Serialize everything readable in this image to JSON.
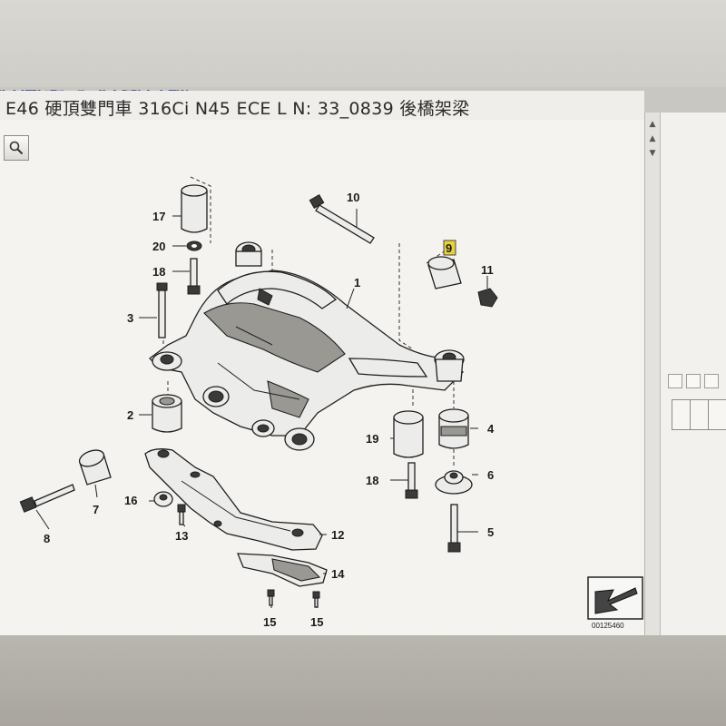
{
  "window": {
    "heading_cut": "原圖表 - 原廠目錄",
    "title": "E46 硬頂雙門車 316Ci N45 ECE  L N: 33_0839 後橋架梁"
  },
  "toolbar": {
    "zoom_icon": "magnifier-icon"
  },
  "diagram": {
    "id": "00125460",
    "nav_icon": "arrow-down-left-icon",
    "highlight_color": "#e8d23a",
    "callouts": {
      "p1": "1",
      "p2": "2",
      "p3": "3",
      "p4": "4",
      "p5": "5",
      "p6": "6",
      "p7": "7",
      "p8": "8",
      "p9": "9",
      "p10": "10",
      "p11": "11",
      "p12": "12",
      "p13": "13",
      "p14": "14",
      "p15a": "15",
      "p15b": "15",
      "p16": "16",
      "p17": "17",
      "p18a": "18",
      "p18b": "18",
      "p19": "19",
      "p20": "20"
    }
  }
}
